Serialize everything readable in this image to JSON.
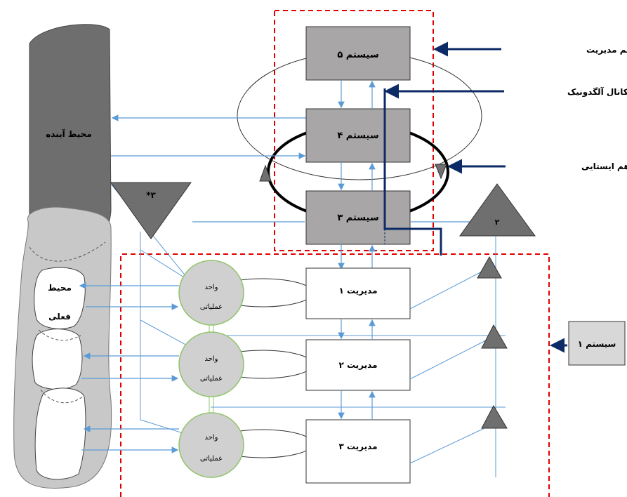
{
  "colors": {
    "dark_environment": "#6e6e6e",
    "light_environment": "#c8c8c8",
    "system_box_fill": "#a8a6a6",
    "arrow_blue": "#5b9bd5",
    "navy": "#0b2a66",
    "dashed_red": "#e00000",
    "unit_circle_fill": "#d0d0d0",
    "unit_circle_border": "#8fc46a",
    "triangle_fill": "#6f6f6f"
  },
  "systems": {
    "system5": "سیستم ۵",
    "system4": "سیستم ۴",
    "system3": "سیستم ۳",
    "system1": "سیستم ۱"
  },
  "managements": [
    "مدیریت ۱",
    "مدیریت ۲",
    "مدیریت ۳"
  ],
  "units": [
    {
      "line1": "واحد",
      "line2": "عملیاتی"
    },
    {
      "line1": "واحد",
      "line2": "عملیاتی"
    },
    {
      "line1": "واحد",
      "line2": "عملیاتی"
    }
  ],
  "environments": {
    "future": "محیط آینده",
    "current_line1": "محیط",
    "current_line2": "فعلی"
  },
  "annotations": {
    "meta_system": "فرا سیستم مدیریت",
    "algedonic": "کانال آلگدونیک",
    "homeostat": "حلقه هم ایستایی"
  },
  "triangle_labels": {
    "system3_star": "*۳",
    "system2": "۲"
  }
}
